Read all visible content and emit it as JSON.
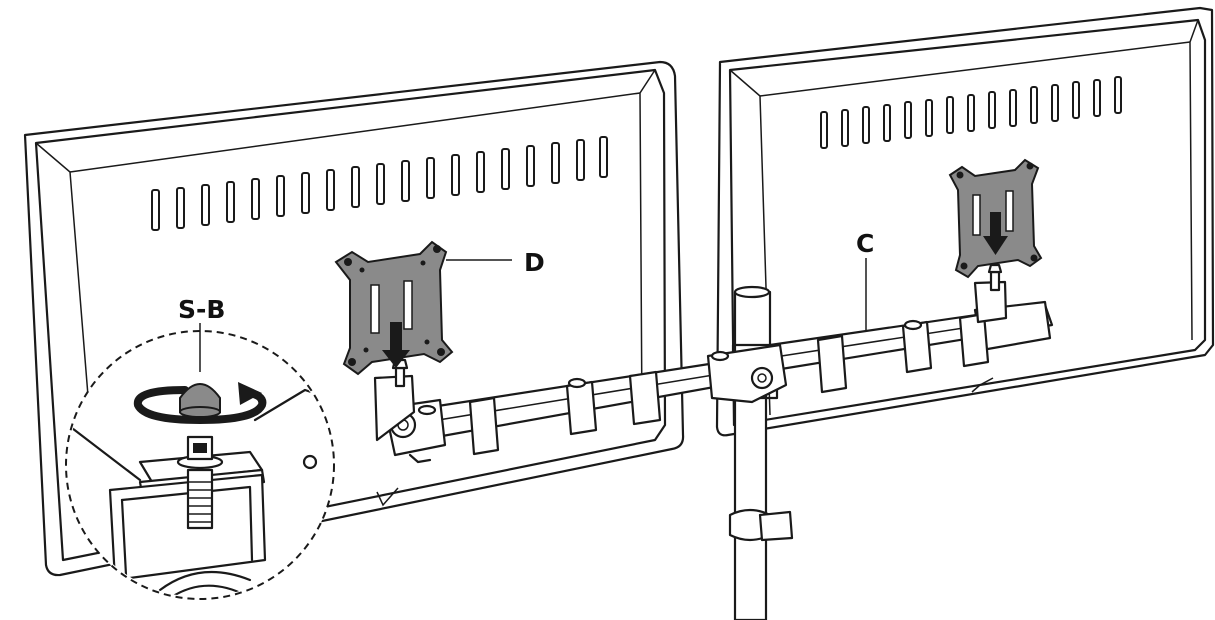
{
  "diagram": {
    "labels": {
      "plate": "D",
      "arm": "C",
      "nut": "S-B"
    },
    "colors": {
      "line": "#1a1a1a",
      "plate_fill": "#8a8a8a",
      "background": "#ffffff"
    }
  }
}
